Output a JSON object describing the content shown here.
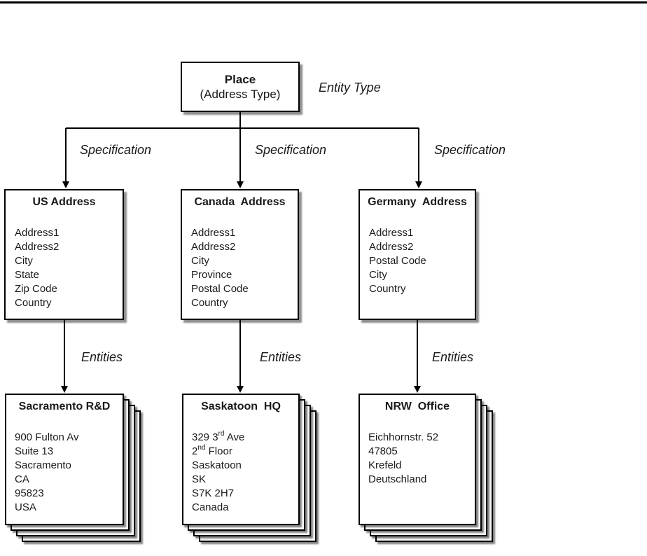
{
  "root_entity": {
    "name": "Place",
    "qualifier": "(Address Type)"
  },
  "annotations": {
    "entity_type": "Entity Type",
    "specification": "Specification",
    "entities": "Entities"
  },
  "type_boxes": [
    {
      "title": "US Address",
      "fields": [
        "Address1",
        "Address2",
        "City",
        "State",
        "Zip Code",
        "Country"
      ]
    },
    {
      "title": "Canada  Address",
      "fields": [
        "Address1",
        "Address2",
        "City",
        "Province",
        "Postal Code",
        "Country"
      ]
    },
    {
      "title": "Germany  Address",
      "fields": [
        "Address1",
        "Address2",
        "Postal Code",
        "City",
        "Country"
      ]
    }
  ],
  "entity_cards": [
    {
      "title": "Sacramento R&D",
      "lines": [
        "900 Fulton Av",
        "Suite 13",
        "Sacramento",
        "CA",
        "95823",
        "USA"
      ]
    },
    {
      "title": "Saskatoon  HQ",
      "lines": [
        [
          "329 3",
          {
            "sup": "rd"
          },
          " Ave"
        ],
        [
          "2",
          {
            "sup": "nd"
          },
          " Floor"
        ],
        "Saskatoon",
        "SK",
        "S7K 2H7",
        "Canada"
      ]
    },
    {
      "title": "NRW  Office",
      "lines": [
        "Eichhornstr. 52",
        "47805",
        "Krefeld",
        "Deutschland"
      ]
    }
  ],
  "colors": {
    "line": "#000000",
    "box_border": "#000000",
    "background": "#ffffff"
  }
}
